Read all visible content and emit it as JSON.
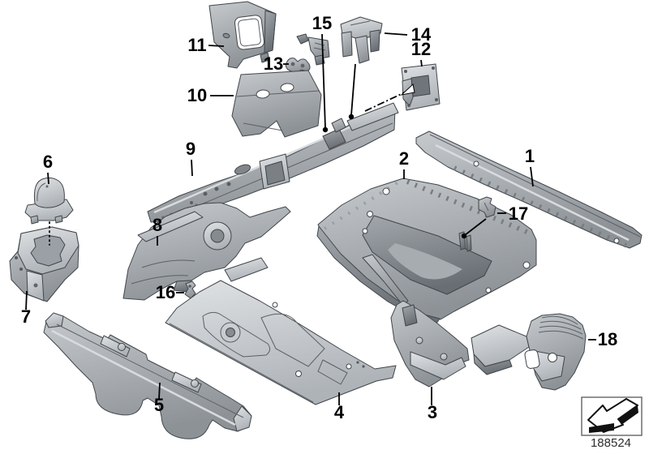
{
  "diagram": {
    "background_color": "#ffffff",
    "part_fill_color": "#aeb3b8",
    "part_outline_color": "#41464b",
    "label_color": "#000000",
    "callouts": [
      {
        "num": "1"
      },
      {
        "num": "2"
      },
      {
        "num": "3"
      },
      {
        "num": "4"
      },
      {
        "num": "5"
      },
      {
        "num": "6"
      },
      {
        "num": "7"
      },
      {
        "num": "8"
      },
      {
        "num": "9"
      },
      {
        "num": "10"
      },
      {
        "num": "11"
      },
      {
        "num": "12"
      },
      {
        "num": "13"
      },
      {
        "num": "14"
      },
      {
        "num": "15"
      },
      {
        "num": "16"
      },
      {
        "num": "17"
      },
      {
        "num": "18"
      }
    ],
    "footnote": {
      "sheet_number": "188524",
      "icon": "direction-arrow-icon"
    }
  }
}
